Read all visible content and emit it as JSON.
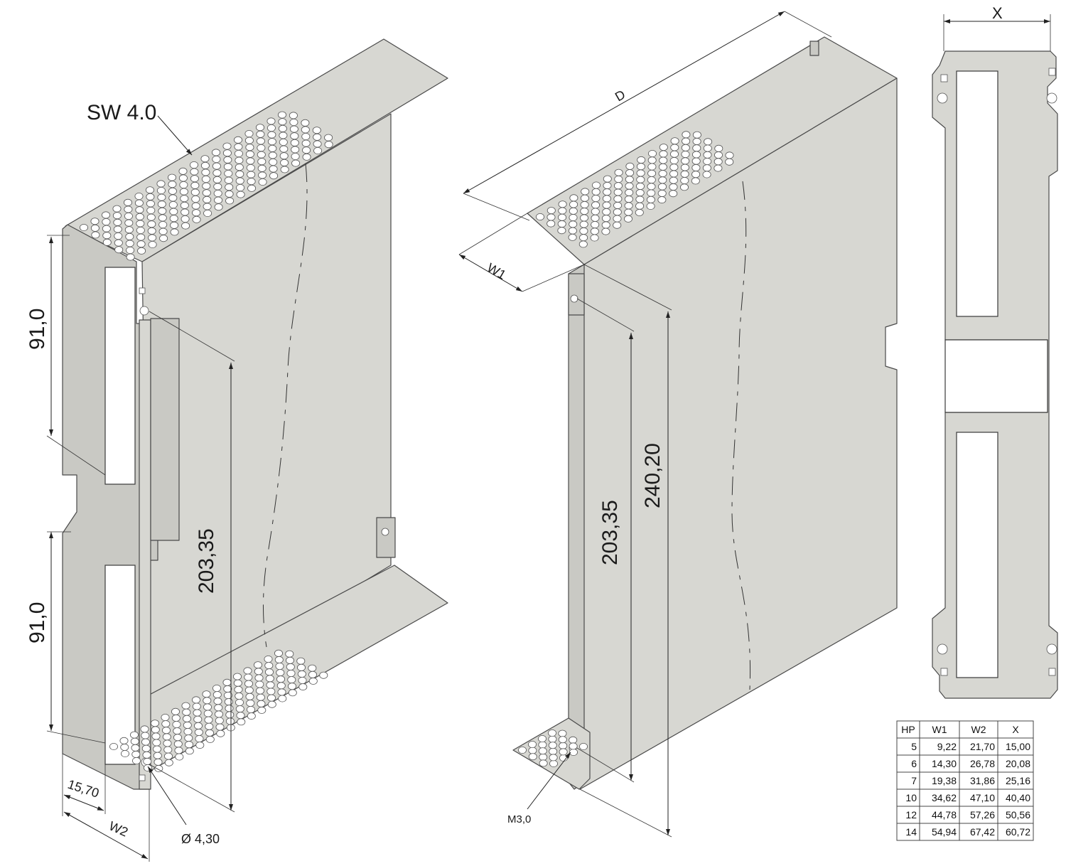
{
  "labels": {
    "perforation": "SW 4.0",
    "height_upper_left": "91,0",
    "height_lower_left": "91,0",
    "pitch_left": "203,35",
    "pitch_right": "203,35",
    "height_total": "240,20",
    "depth": "D",
    "w1": "W1",
    "w2": "W2",
    "x": "X",
    "offset": "15,70",
    "hole_dia": "Ø 4,30",
    "thread": "M3,0"
  },
  "table": {
    "headers": [
      "HP",
      "W1",
      "W2",
      "X"
    ],
    "rows": [
      [
        "5",
        "9,22",
        "21,70",
        "15,00"
      ],
      [
        "6",
        "14,30",
        "26,78",
        "20,08"
      ],
      [
        "7",
        "19,38",
        "31,86",
        "25,16"
      ],
      [
        "10",
        "34,62",
        "47,10",
        "40,40"
      ],
      [
        "12",
        "44,78",
        "57,26",
        "50,56"
      ],
      [
        "14",
        "54,94",
        "67,42",
        "60,72"
      ]
    ]
  }
}
